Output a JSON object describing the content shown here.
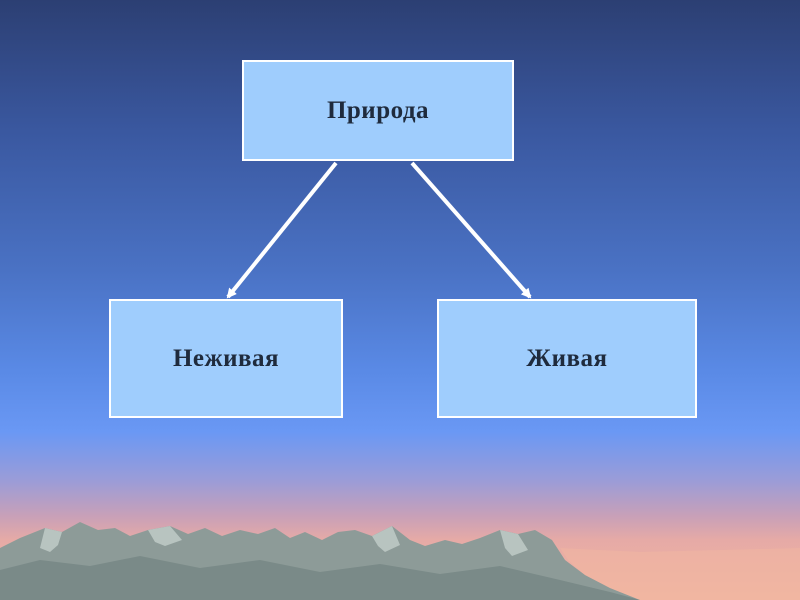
{
  "diagram": {
    "root": {
      "label": "Природа"
    },
    "children": [
      {
        "label": "Неживая"
      },
      {
        "label": "Живая"
      }
    ]
  },
  "colors": {
    "box_fill": "#9fcdfd",
    "box_border": "#ffffff",
    "box_text": "#1f2b3d",
    "arrow": "#ffffff",
    "mountains": "#8ea09a"
  }
}
